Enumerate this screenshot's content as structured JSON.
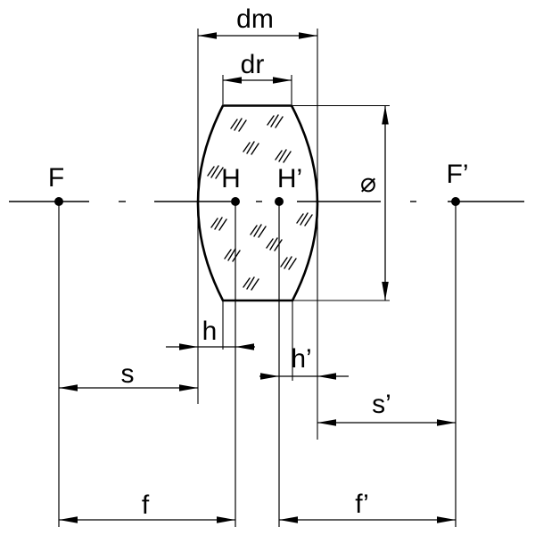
{
  "colors": {
    "ink": "#000000",
    "paper": "#ffffff"
  },
  "labels": {
    "dm": "dm",
    "dr": "dr",
    "diameter": "⌀",
    "F": "F",
    "F_prime": "F’",
    "H": "H",
    "H_prime": "H’",
    "h": "h",
    "h_prime": "h’",
    "s": "s",
    "s_prime": "s’",
    "f": "f",
    "f_prime": "f’"
  }
}
